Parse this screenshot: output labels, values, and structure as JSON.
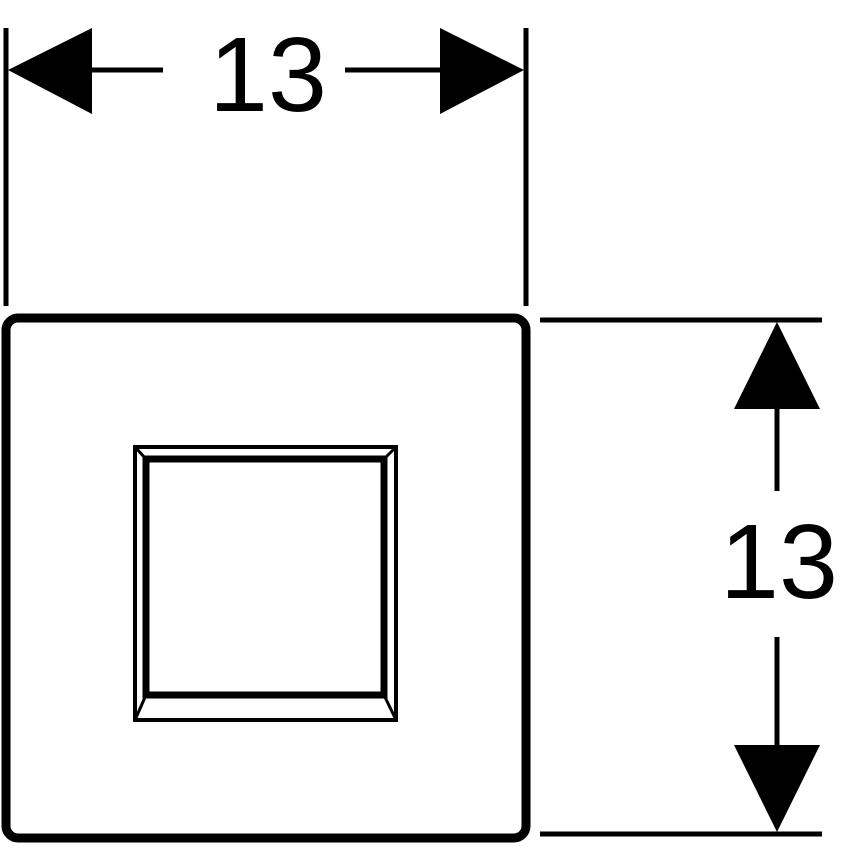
{
  "drawing": {
    "type": "technical dimension drawing",
    "subject": "square plate with inset square button",
    "stroke_color": "#000000",
    "background_color": "#ffffff"
  },
  "dimensions": {
    "width": {
      "value": "13",
      "orientation": "horizontal",
      "position": "top"
    },
    "height": {
      "value": "13",
      "orientation": "vertical",
      "position": "right"
    }
  }
}
